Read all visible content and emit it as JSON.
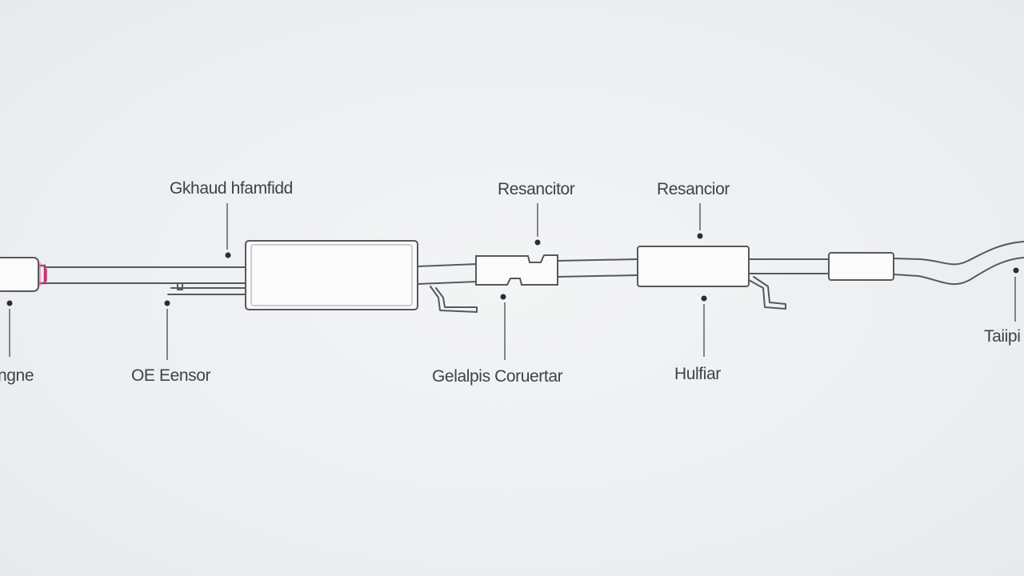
{
  "labels": {
    "engine": "ngne",
    "exhaust_manifold": "Gkhaud hfamfidd",
    "o2_sensor": "OE Eensor",
    "resonator_1": "Resancitor",
    "catalytic_converter": "Gelalpis Coruertar",
    "resonator_2": "Resancior",
    "muffler": "Hulfiar",
    "tailpipe": "Taiipi"
  },
  "colors": {
    "background": "#eceff1",
    "line": "#55595e",
    "engine_accent": "#c0336b",
    "label_text": "#3f4246"
  }
}
